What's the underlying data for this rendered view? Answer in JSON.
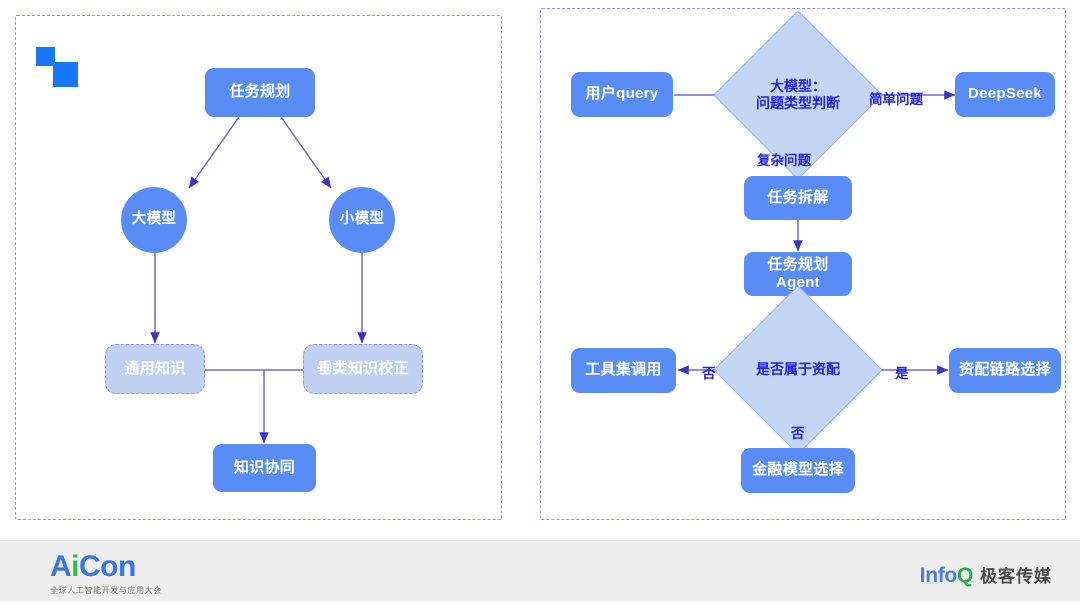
{
  "slide": {
    "background": "#ffffff",
    "panel_border_color": "#8e93e0",
    "accent_blue": "#5a8cf8",
    "soft_blue": "#bfd0f2",
    "diamond_fill": "#c3d6f5",
    "label_blue": "#2222dd",
    "deco_blue": "#1677ff"
  },
  "left_panel": {
    "nodes": {
      "task_planning": "任务规划",
      "large_model": "大模型",
      "small_model": "小模型",
      "general_knowledge": "通用知识",
      "vertical_knowledge_correction": "垂类知识校正",
      "knowledge_collaboration": "知识协同"
    }
  },
  "right_panel": {
    "nodes": {
      "user_query": "用户query",
      "model_question_type": "大模型：\n问题类型判断",
      "deepseek": "DeepSeek",
      "task_decomposition": "任务拆解",
      "task_planning_agent": "任务规划\nAgent",
      "is_asset_allocation": "是否属于资配",
      "tool_invocation": "工具集调用",
      "asset_chain_selection": "资配链路选择",
      "financial_model_selection": "金融模型选择"
    },
    "edge_labels": {
      "simple_question": "简单问题",
      "complex_question": "复杂问题",
      "no_left": "否",
      "yes_right": "是",
      "no_down": "否"
    }
  },
  "footer": {
    "aicon": {
      "word_a": "A",
      "word_i": "i",
      "word_con": "Con",
      "subtitle": "全球人工智能开发与应用大会"
    },
    "infoq": {
      "info": "Info",
      "q": "Q",
      "cn": "极客传媒"
    }
  }
}
